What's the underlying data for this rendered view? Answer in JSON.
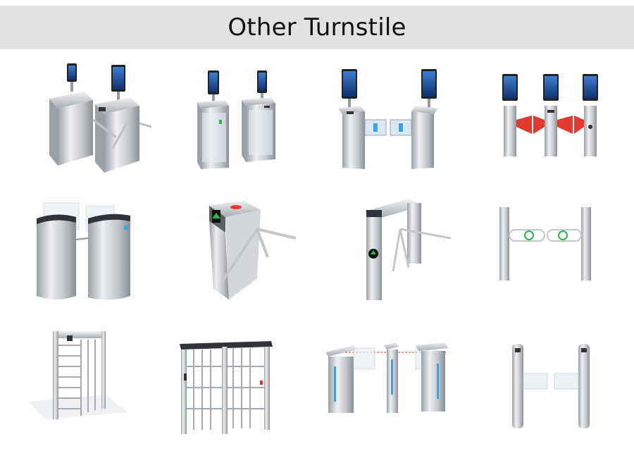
{
  "banner": {
    "title": "Other Turnstile"
  },
  "colors": {
    "banner_bg": "#e2e2e2",
    "steel": "#c9ccd0",
    "steel_dark": "#8e949a",
    "screen": "#1b4fa3",
    "flap_red": "#e23a2e",
    "arrow_green": "#2fb24a",
    "led_blue": "#3aa3e8"
  },
  "products": [
    {
      "id": "tripod-face-recognition",
      "icon": "tripod-turnstile-face-icon"
    },
    {
      "id": "swing-gate-face-recognition",
      "icon": "swing-gate-face-icon"
    },
    {
      "id": "swing-gate-arrow-face-recognition",
      "icon": "swing-gate-arrow-face-icon"
    },
    {
      "id": "flap-barrier-face-recognition",
      "icon": "flap-barrier-face-icon"
    },
    {
      "id": "speed-gate-glass",
      "icon": "speed-gate-icon"
    },
    {
      "id": "tripod-turnstile-arrow",
      "icon": "tripod-turnstile-icon"
    },
    {
      "id": "tripod-turnstile-bridge",
      "icon": "tripod-bridge-turnstile-icon"
    },
    {
      "id": "swing-arm-gate",
      "icon": "swing-arm-gate-icon"
    },
    {
      "id": "full-height-turnstile-single",
      "icon": "full-height-turnstile-icon"
    },
    {
      "id": "full-height-turnstile-double",
      "icon": "double-full-height-turnstile-icon"
    },
    {
      "id": "sliding-glass-speed-gate",
      "icon": "sliding-speed-gate-icon"
    },
    {
      "id": "pillar-swing-gate",
      "icon": "pillar-swing-gate-icon"
    }
  ]
}
